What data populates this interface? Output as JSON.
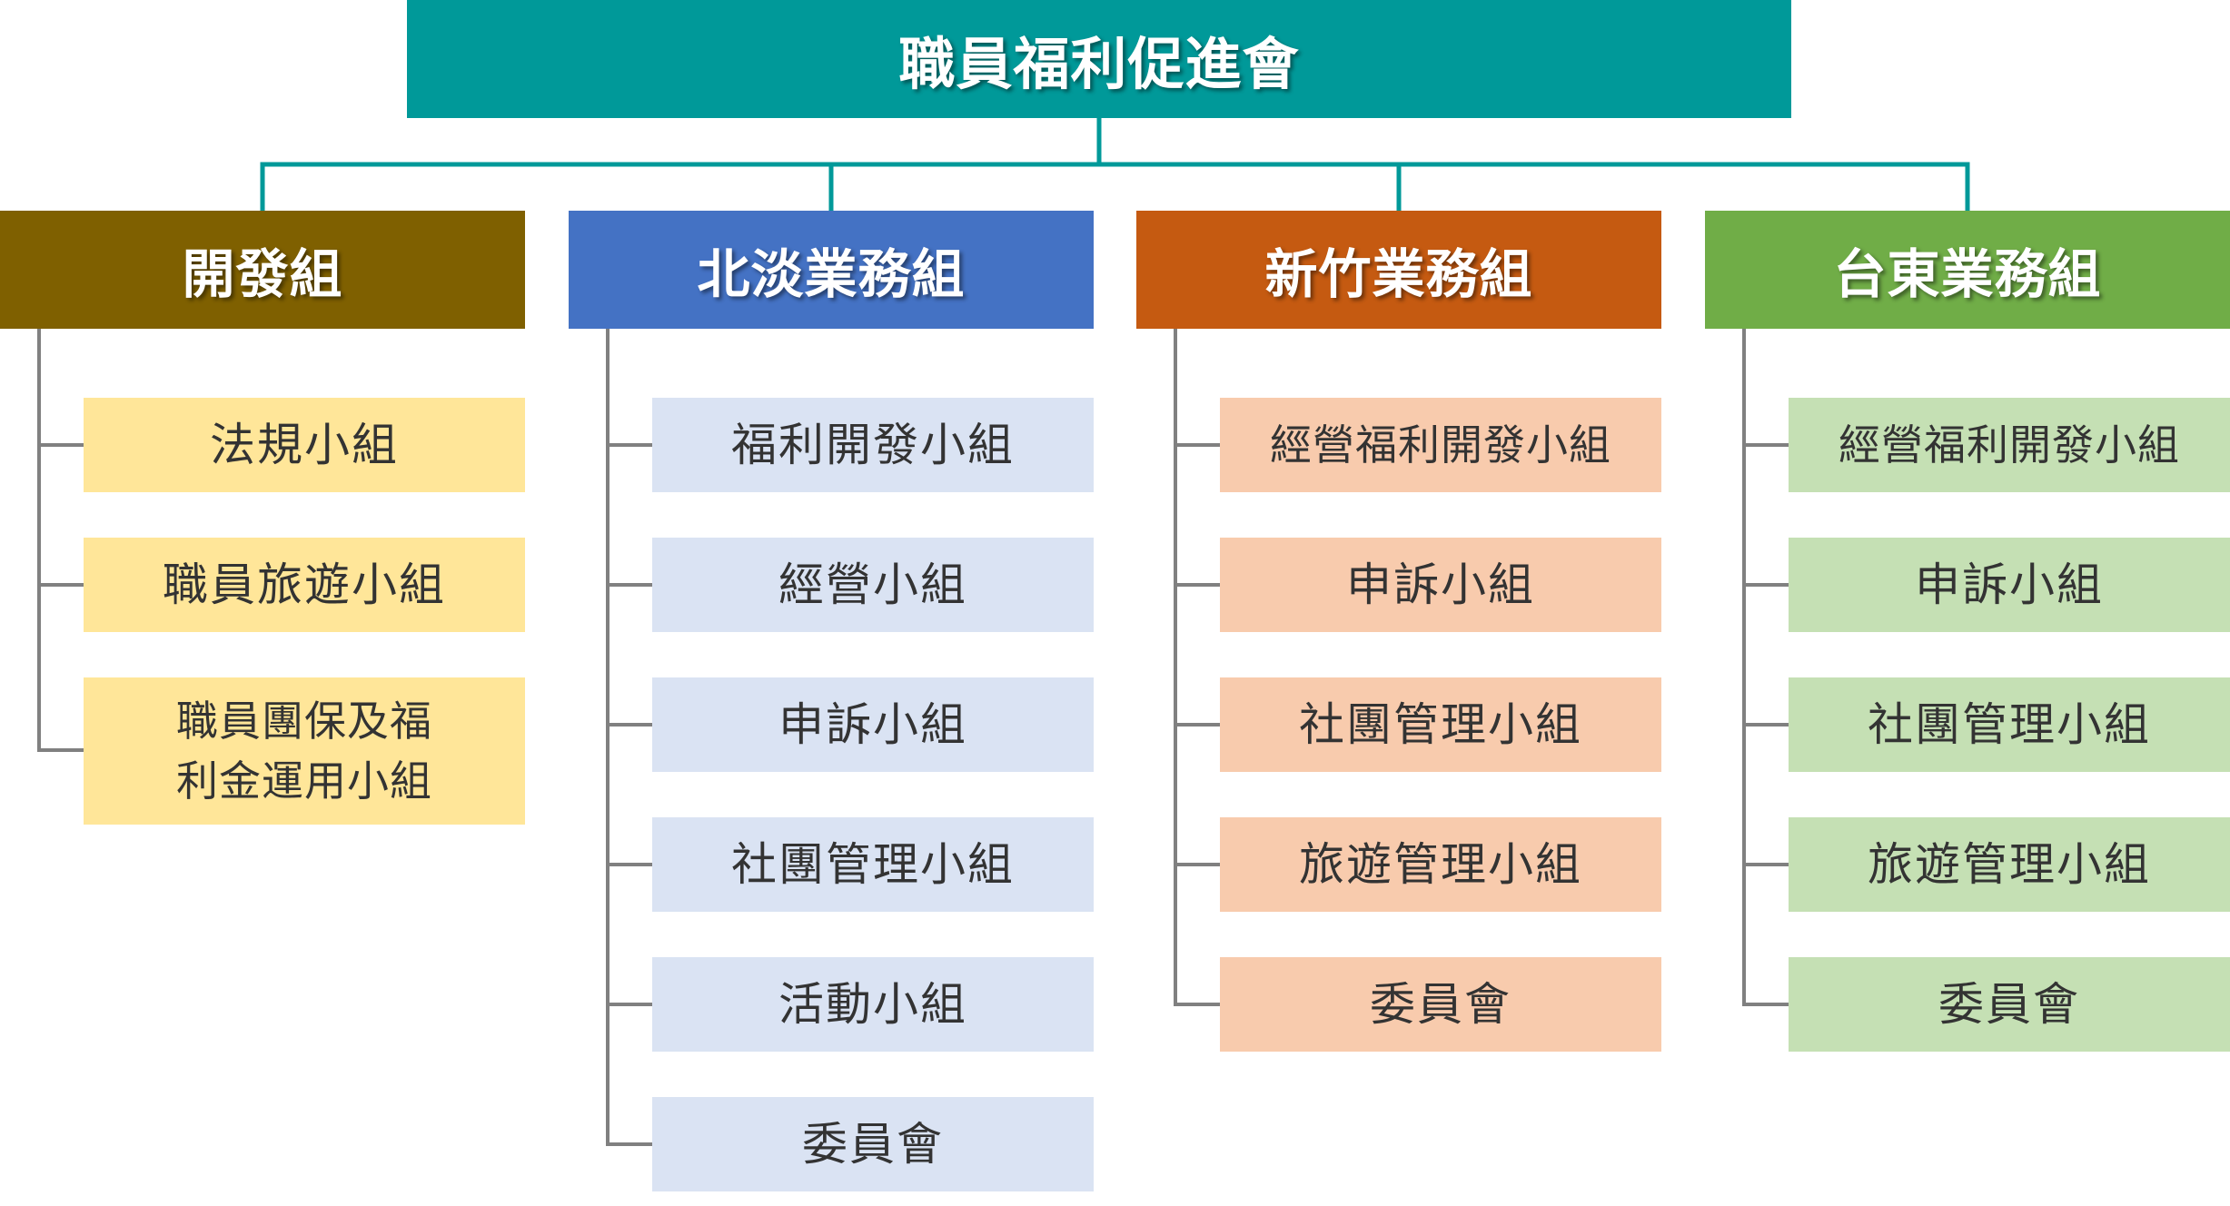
{
  "root": {
    "label": "職員福利促進會",
    "color": "#009999"
  },
  "groups": [
    {
      "label": "開發組",
      "color": "#7F6000",
      "sub_color": "#FFE699",
      "items": [
        "法規小組",
        "職員旅遊小組",
        "職員團保及福\n利金運用小組"
      ]
    },
    {
      "label": "北淡業務組",
      "color": "#4472C4",
      "sub_color": "#DAE3F3",
      "items": [
        "福利開發小組",
        "經營小組",
        "申訴小組",
        "社團管理小組",
        "活動小組",
        "委員會"
      ]
    },
    {
      "label": "新竹業務組",
      "color": "#C55A11",
      "sub_color": "#F8CBAD",
      "items": [
        "經營福利開發小組",
        "申訴小組",
        "社團管理小組",
        "旅遊管理小組",
        "委員會"
      ]
    },
    {
      "label": "台東業務組",
      "color": "#70AD47",
      "sub_color": "#C5E0B4",
      "items": [
        "經營福利開發小組",
        "申訴小組",
        "社團管理小組",
        "旅遊管理小組",
        "委員會"
      ]
    }
  ],
  "connector_colors": {
    "main": "#009999",
    "sub": "#808080"
  }
}
